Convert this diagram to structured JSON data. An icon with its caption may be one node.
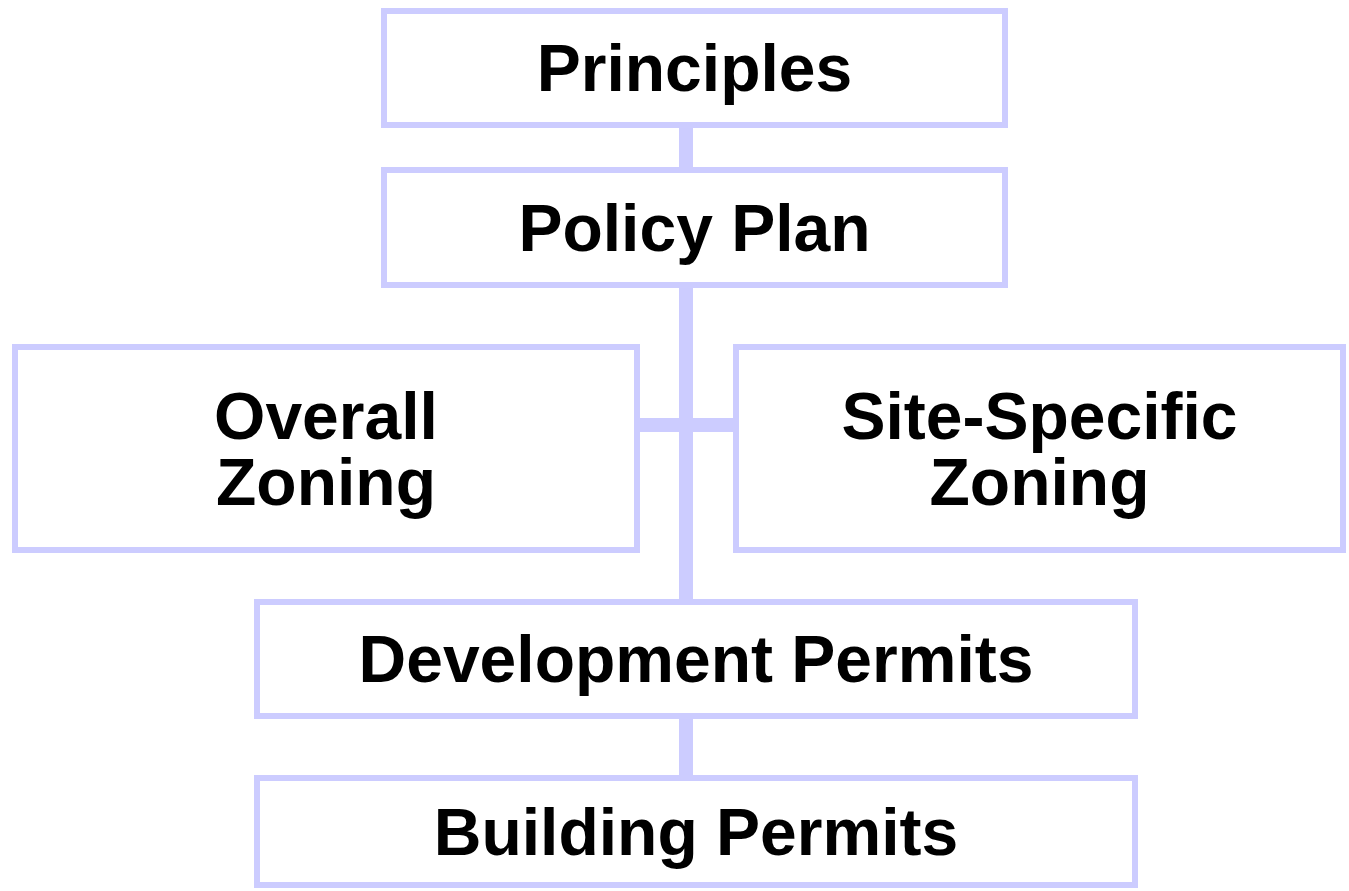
{
  "diagram": {
    "nodes": [
      {
        "text": [
          "Principles"
        ]
      },
      {
        "text": [
          "Policy Plan"
        ]
      },
      {
        "text": [
          "Overall Zoning"
        ]
      },
      {
        "text": [
          "Site-Specific Zoning"
        ]
      },
      {
        "text": [
          "Development Permits"
        ]
      },
      {
        "text": [
          "Building Permits"
        ]
      }
    ],
    "edges": [
      {
        "from": 0,
        "to": 1,
        "arrow": "none"
      },
      {
        "from": 1,
        "to": 2,
        "arrow": "none"
      },
      {
        "from": 1,
        "to": 3,
        "arrow": "none"
      },
      {
        "from": 1,
        "to": 4,
        "arrow": "none"
      },
      {
        "from": 4,
        "to": 5,
        "arrow": "none"
      }
    ]
  }
}
